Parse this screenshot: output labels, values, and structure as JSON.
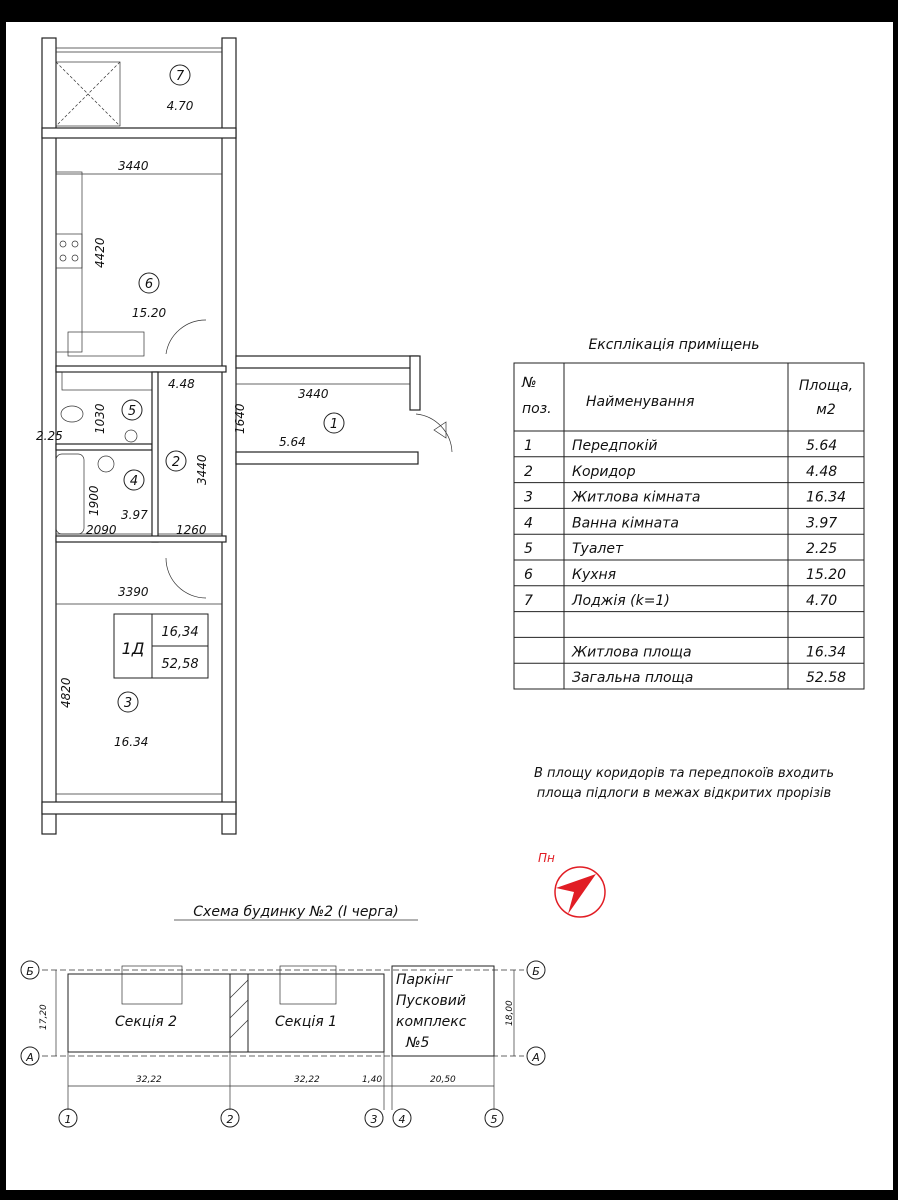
{
  "plan": {
    "rooms": [
      {
        "num": "7",
        "area": "4.70"
      },
      {
        "num": "6",
        "area": "15.20"
      },
      {
        "num": "5",
        "area": "2.25"
      },
      {
        "num": "2",
        "area": "4.48"
      },
      {
        "num": "4",
        "area": "3.97"
      },
      {
        "num": "1",
        "area": "5.64"
      },
      {
        "num": "3",
        "area": "16.34"
      }
    ],
    "dimensions": [
      "3440",
      "4420",
      "3440",
      "1640",
      "1030",
      "3440",
      "1900",
      "2090",
      "1260",
      "3390",
      "4820"
    ],
    "apartment": {
      "type": "1Д",
      "living_area": "16,34",
      "total_area": "52,58"
    }
  },
  "explication": {
    "title": "Експлікація приміщень",
    "headers": {
      "num_line1": "№",
      "num_line2": "поз.",
      "name": "Найменування",
      "area_line1": "Площа,",
      "area_line2": "м2"
    },
    "rows": [
      {
        "num": "1",
        "name": "Передпокій",
        "area": "5.64"
      },
      {
        "num": "2",
        "name": "Коридор",
        "area": "4.48"
      },
      {
        "num": "3",
        "name": "Житлова кімната",
        "area": "16.34"
      },
      {
        "num": "4",
        "name": "Ванна кімната",
        "area": "3.97"
      },
      {
        "num": "5",
        "name": "Туалет",
        "area": "2.25"
      },
      {
        "num": "6",
        "name": "Кухня",
        "area": "15.20"
      },
      {
        "num": "7",
        "name": "Лоджія (k=1)",
        "area": "4.70"
      },
      {
        "num": "",
        "name": "",
        "area": ""
      }
    ],
    "totals": [
      {
        "name": "Житлова площа",
        "area": "16.34"
      },
      {
        "name": "Загальна площа",
        "area": "52.58"
      }
    ]
  },
  "note": {
    "line1": "В площу коридорів та передпокоїв входить",
    "line2": "площа підлоги в межах відкритих прорізів"
  },
  "north": {
    "label": "Пн",
    "color": "#e11d24"
  },
  "scheme": {
    "title": "Схема будинку №2 (І черга)",
    "section2": "Секція 2",
    "section1": "Секція 1",
    "parking_lines": [
      "Паркінг",
      "Пусковий",
      "комплекс",
      "№5"
    ],
    "axis_rows": [
      "Б",
      "А"
    ],
    "axis_cols": [
      "1",
      "2",
      "3",
      "4",
      "5"
    ],
    "dims": {
      "left_h": "17,20",
      "right_h": "18,00",
      "w1": "32,22",
      "w2": "32,22",
      "w3": "1,40",
      "w4": "20,50"
    }
  }
}
